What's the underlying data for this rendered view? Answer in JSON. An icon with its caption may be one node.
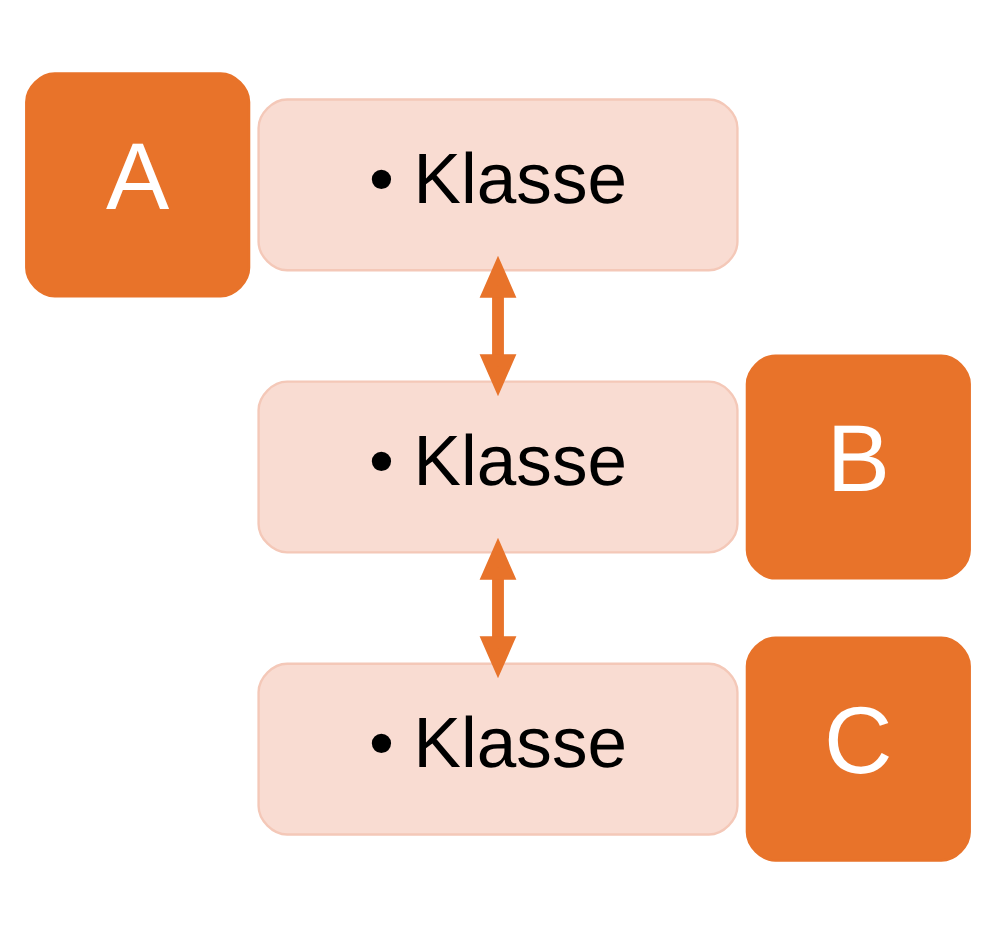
{
  "diagram": {
    "nodes": [
      {
        "text": [
          "A"
        ]
      },
      {
        "text": [
          "• Klasse"
        ]
      },
      {
        "text": [
          "B"
        ]
      },
      {
        "text": [
          "• Klasse"
        ]
      },
      {
        "text": [
          "C"
        ]
      },
      {
        "text": [
          "• Klasse"
        ]
      }
    ],
    "edges": [
      {
        "from": 1,
        "to": 3,
        "arrow": "both"
      },
      {
        "from": 3,
        "to": 5,
        "arrow": "both"
      }
    ]
  }
}
